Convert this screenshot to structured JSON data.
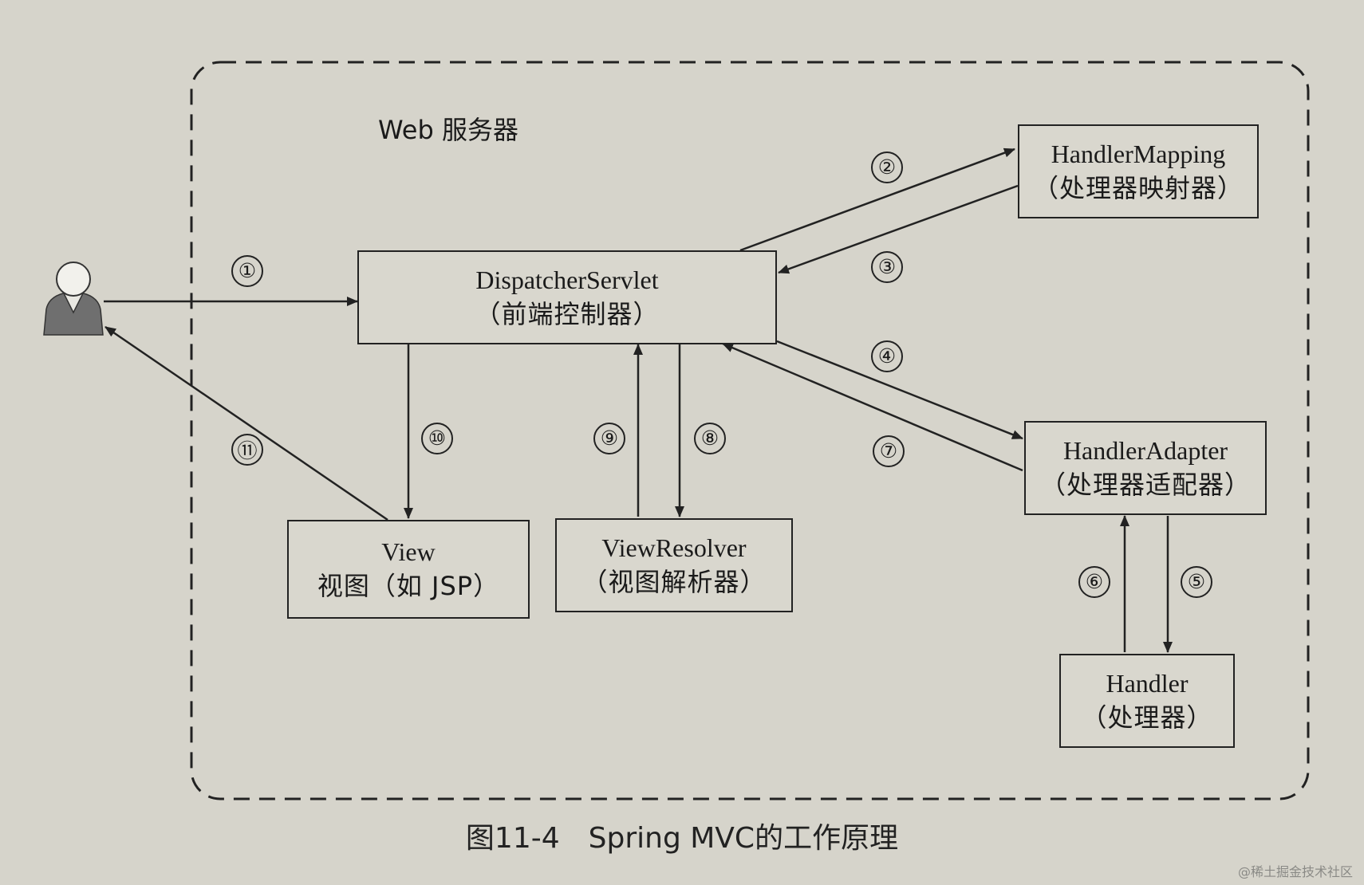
{
  "container_label": "Web 服务器",
  "nodes": {
    "dispatcher": {
      "en": "DispatcherServlet",
      "cn": "（前端控制器）"
    },
    "handler_mapping": {
      "en": "HandlerMapping",
      "cn": "（处理器映射器）"
    },
    "handler_adapter": {
      "en": "HandlerAdapter",
      "cn": "（处理器适配器）"
    },
    "handler": {
      "en": "Handler",
      "cn": "（处理器）"
    },
    "view_resolver": {
      "en": "ViewResolver",
      "cn": "（视图解析器）"
    },
    "view": {
      "en": "View",
      "cn": "视图（如 JSP）"
    }
  },
  "steps": [
    "①",
    "②",
    "③",
    "④",
    "⑤",
    "⑥",
    "⑦",
    "⑧",
    "⑨",
    "⑩",
    "⑪"
  ],
  "caption": "图11-4　Spring MVC的工作原理",
  "watermark": "@稀土掘金技术社区",
  "icons": {
    "user": "user-icon"
  }
}
